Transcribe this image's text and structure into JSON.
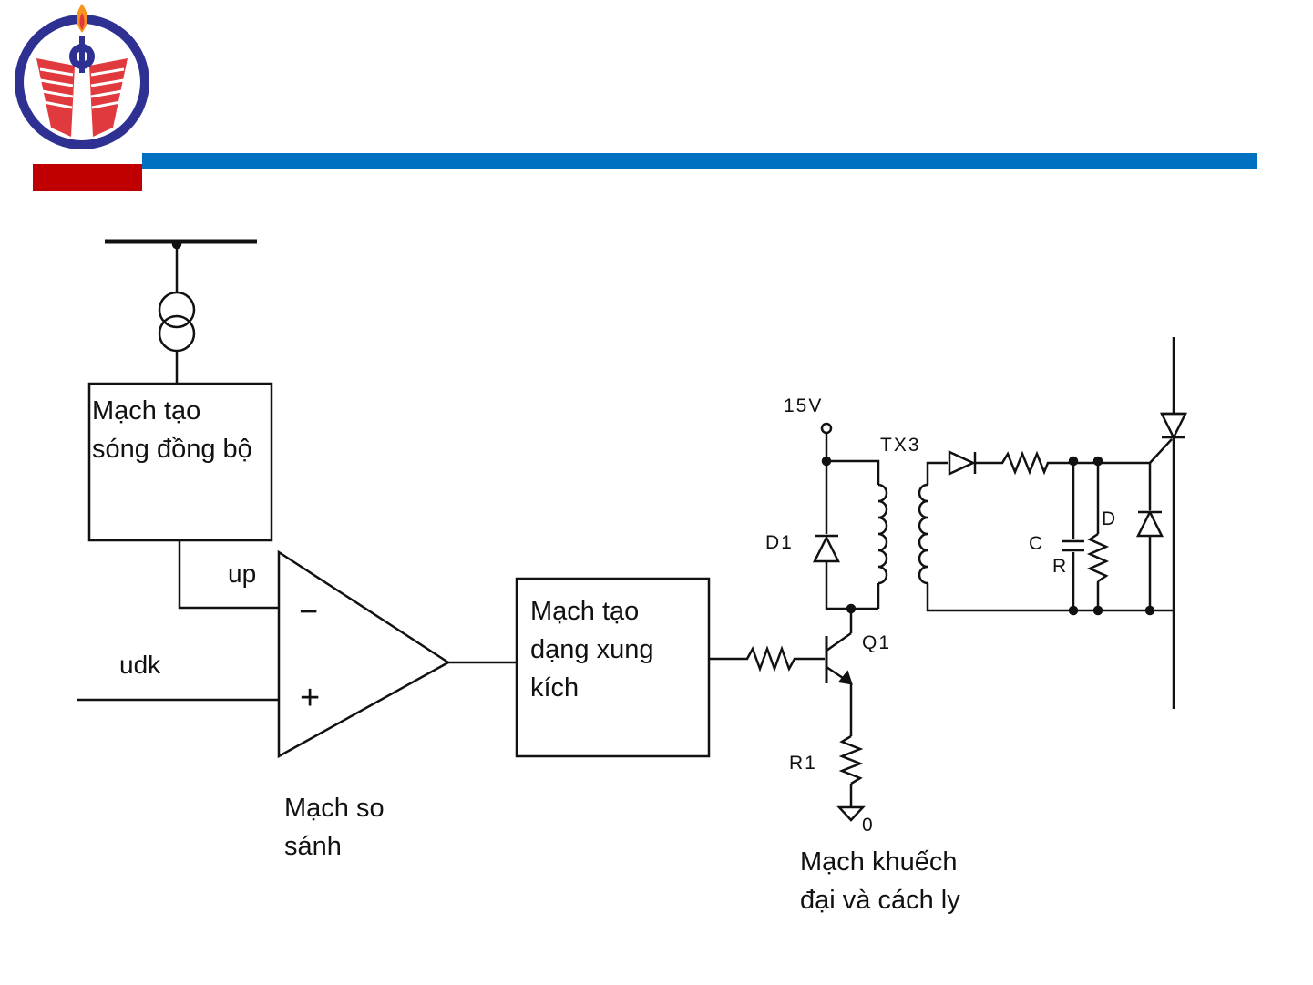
{
  "colors": {
    "accent_blue": "#0070c0",
    "accent_red": "#c00000",
    "logo_ring": "#2e3192",
    "logo_red": "#e03a3e",
    "flame": "#f7941d",
    "wire": "#111111"
  },
  "logo": {
    "icon": "university-logo-icon"
  },
  "blocks": {
    "sync_wave": "Mạch tạo\nsóng đồng bộ",
    "pulse_shape": "Mạch tạo\ndạng xung\nkích"
  },
  "signals": {
    "up": "up",
    "udk": "udk",
    "minus": "−",
    "plus": "+"
  },
  "components": {
    "v15": "15V",
    "tx3": "TX3",
    "d1": "D1",
    "q1": "Q1",
    "r1": "R1",
    "c": "C",
    "r": "R",
    "d": "D",
    "gnd": "0"
  },
  "captions": {
    "comparator": "Mạch so\nsánh",
    "amplifier": "Mạch khuếch\nđại và cách ly"
  }
}
